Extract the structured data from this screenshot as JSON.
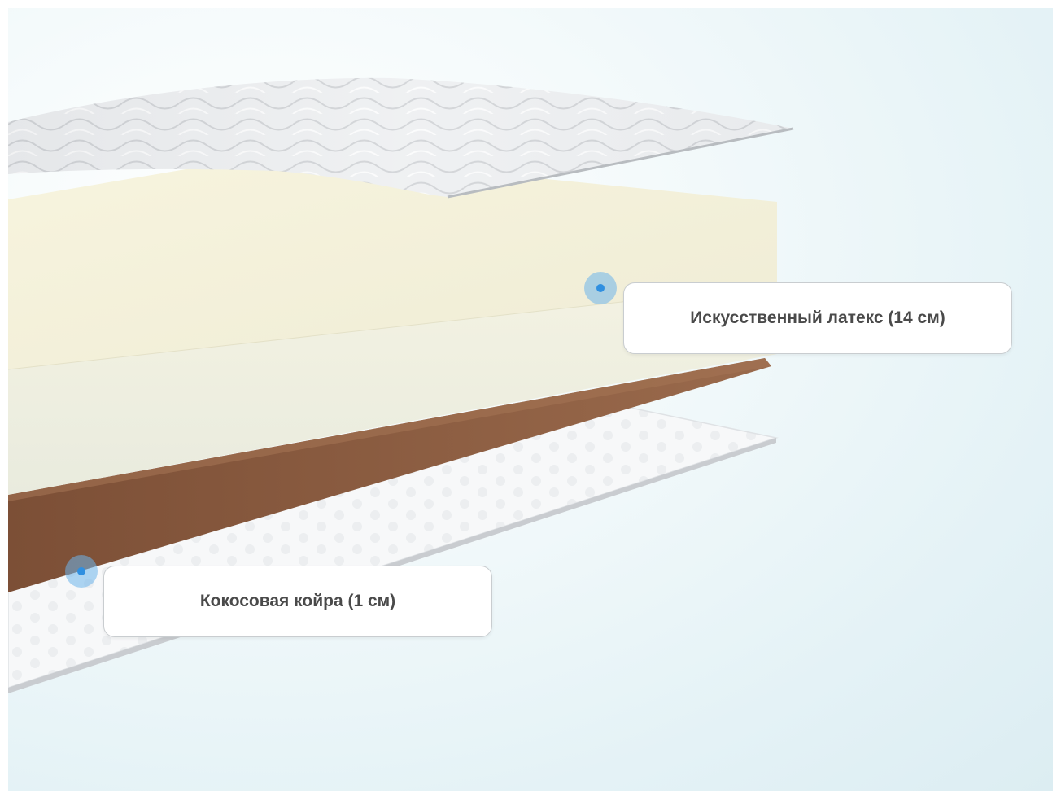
{
  "layers": [
    {
      "id": "latex",
      "label": "Искусственный латекс (14 см)"
    },
    {
      "id": "coir",
      "label": "Кокосовая койра (1 см)"
    }
  ],
  "colors": {
    "latex": "#f2f0dc",
    "coir": "#8a5b3f",
    "cover": "#eef0f2",
    "marker": "#2f8fe0"
  }
}
